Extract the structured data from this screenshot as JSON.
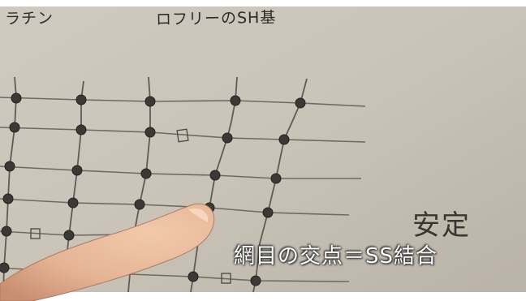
{
  "header": {
    "left_text": "ラチン",
    "center_text": "ロフリーのSH基"
  },
  "annotation": {
    "handwritten": "安定"
  },
  "subtitle": {
    "text": "網目の交点＝SS結合"
  }
}
